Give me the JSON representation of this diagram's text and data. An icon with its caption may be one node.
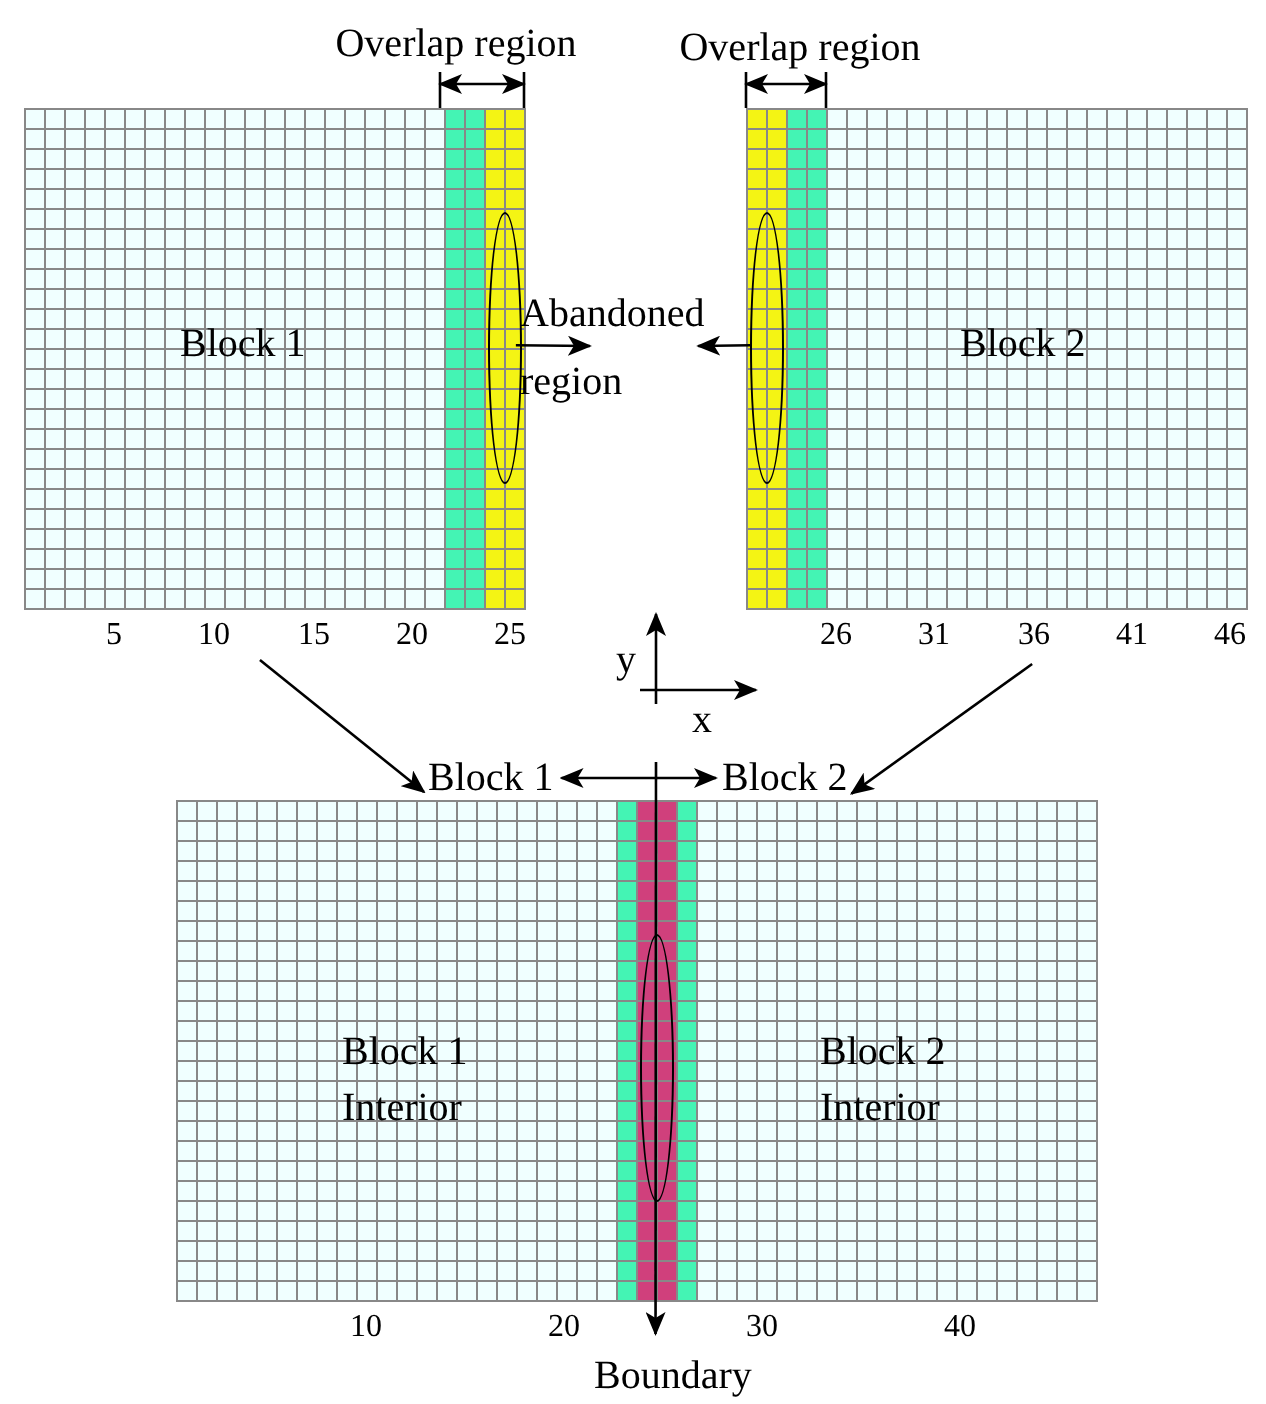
{
  "diagram": {
    "nodes": [
      {
        "text": [
          "Block 1"
        ]
      },
      {
        "text": [
          "Block 2"
        ]
      },
      {
        "text": [],
        "shape": "ellipse",
        "in": 0
      },
      {
        "text": [],
        "shape": "ellipse",
        "in": 1
      },
      {
        "text": [
          "Abandoned region"
        ]
      },
      {
        "text": [
          "Block 1 Interior",
          "Block 2 Interior"
        ]
      },
      {
        "text": [
          "Block 1"
        ]
      },
      {
        "text": [
          "Block 2"
        ]
      },
      {
        "text": [],
        "shape": "ellipse",
        "in": 5
      },
      {
        "text": [
          "Boundary"
        ]
      }
    ],
    "edges": [
      {
        "from": 0,
        "to": 6,
        "arrow": "to"
      },
      {
        "from": 1,
        "to": 7,
        "arrow": "to"
      },
      {
        "from": 2,
        "to": 4,
        "arrow": "to"
      },
      {
        "from": 3,
        "to": 4,
        "arrow": "to"
      },
      {
        "from": 6,
        "to": 7,
        "arrow": "both"
      },
      {
        "from": null,
        "to": 9,
        "arrow": "to"
      }
    ],
    "labels": [
      "Overlap region",
      "Overlap region",
      "5",
      "10",
      "15",
      "20",
      "25",
      "26",
      "31",
      "36",
      "41",
      "46",
      "y",
      "x",
      "10",
      "20",
      "30",
      "40"
    ]
  }
}
